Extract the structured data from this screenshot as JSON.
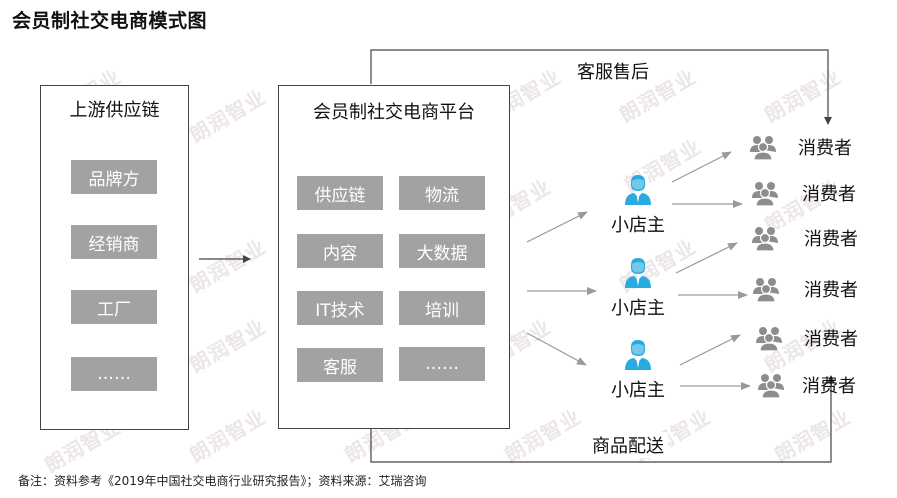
{
  "title": "会员制社交电商模式图",
  "upstream": {
    "title": "上游供应链",
    "items": [
      "品牌方",
      "经销商",
      "工厂",
      "……"
    ]
  },
  "platform": {
    "title": "会员制社交电商平台",
    "items": [
      "供应链",
      "物流",
      "内容",
      "大数据",
      "IT技术",
      "培训",
      "客服",
      "……"
    ]
  },
  "shop_owners": [
    {
      "label": "小店主",
      "icon": "person-icon"
    },
    {
      "label": "小店主",
      "icon": "person-icon"
    },
    {
      "label": "小店主",
      "icon": "person-icon"
    }
  ],
  "consumers": [
    {
      "label": "消费者",
      "icon": "group-icon"
    },
    {
      "label": "消费者",
      "icon": "group-icon"
    },
    {
      "label": "消费者",
      "icon": "group-icon"
    },
    {
      "label": "消费者",
      "icon": "group-icon"
    },
    {
      "label": "消费者",
      "icon": "group-icon"
    },
    {
      "label": "消费者",
      "icon": "group-icon"
    }
  ],
  "flows": {
    "top": "客服售后",
    "bottom": "商品配送"
  },
  "footnote": "备注：资料参考《2019年中国社交电商行业研究报告》；资料来源：艾瑞咨询",
  "watermark": "朗润智业",
  "colors": {
    "chip_bg": "#a3a1a4",
    "person_icon": "#29abe2",
    "group_icon": "#8e8c8f",
    "arrow_gray": "#9a9a9a",
    "line_dark": "#444444"
  }
}
